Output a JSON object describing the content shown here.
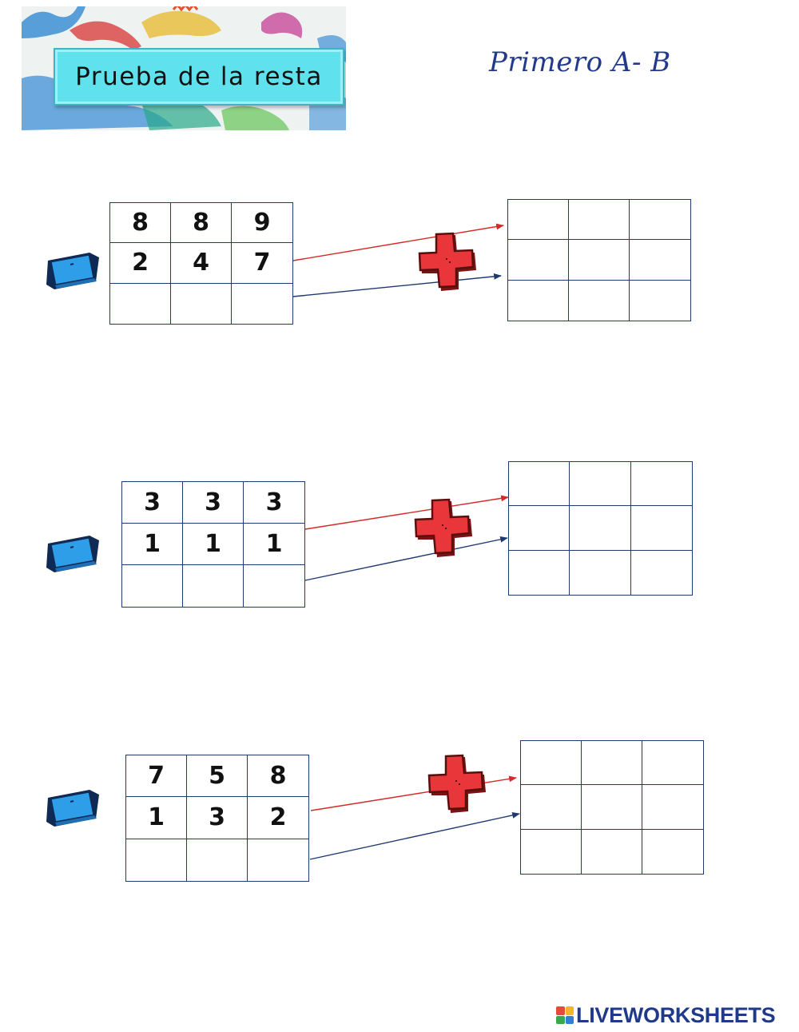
{
  "header": {
    "title": "Prueba de la resta",
    "class_label": "Primero A- B"
  },
  "exercises": [
    {
      "left_grid": [
        [
          "8",
          "8",
          "9"
        ],
        [
          "2",
          "4",
          "7"
        ],
        [
          "",
          "",
          ""
        ]
      ],
      "right_grid": [
        [
          "",
          "",
          ""
        ],
        [
          "",
          "",
          ""
        ],
        [
          "",
          "",
          ""
        ]
      ]
    },
    {
      "left_grid": [
        [
          "3",
          "3",
          "3"
        ],
        [
          "1",
          "1",
          "1"
        ],
        [
          "",
          "",
          ""
        ]
      ],
      "right_grid": [
        [
          "",
          "",
          ""
        ],
        [
          "",
          "",
          ""
        ],
        [
          "",
          "",
          ""
        ]
      ]
    },
    {
      "left_grid": [
        [
          "7",
          "5",
          "8"
        ],
        [
          "1",
          "3",
          "2"
        ],
        [
          "",
          "",
          ""
        ]
      ],
      "right_grid": [
        [
          "",
          "",
          ""
        ],
        [
          "",
          "",
          ""
        ],
        [
          "",
          "",
          ""
        ]
      ]
    }
  ],
  "icons": {
    "minus_sign": "minus-icon",
    "plus_sign": "plus-icon"
  },
  "colors": {
    "minus_blue": "#2f9ee8",
    "plus_red": "#e8363a",
    "grid_line": "#1f3a6e",
    "arrow_red": "#d42a2a",
    "arrow_blue": "#1f3a6e",
    "brand": "#1f3a8a"
  },
  "footer": {
    "brand": "LIVEWORKSHEETS"
  }
}
